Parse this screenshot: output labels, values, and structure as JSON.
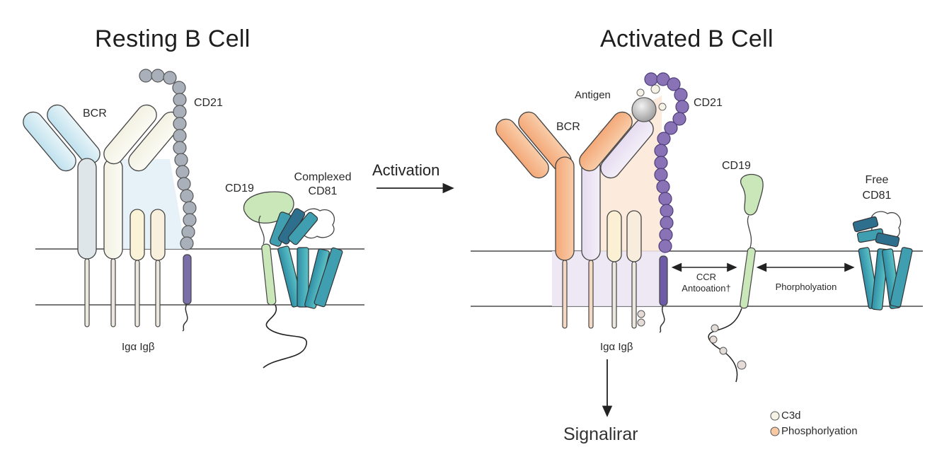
{
  "left_panel": {
    "title": "Resting B Cell",
    "bcr_label": "BCR",
    "cd21_label": "CD21",
    "cd19_label": "CD19",
    "cd81_label_line1": "Complexed",
    "cd81_label_line2": "CD81",
    "ig_label": "Igα Igβ"
  },
  "transition": {
    "label": "Activation"
  },
  "right_panel": {
    "title": "Activated B Cell",
    "antigen_label": "Antigen",
    "bcr_label": "BCR",
    "cd21_label": "CD21",
    "cd19_label": "CD19",
    "cd81_label_line1": "Free",
    "cd81_label_line2": "CD81",
    "ig_label": "Igα Igβ",
    "ccr_label_line1": "CCR",
    "ccr_label_line2": "Antooation†",
    "phospho_arrow_label": "Phorpholyation",
    "signal_label": "Signalirar"
  },
  "legend": {
    "items": [
      {
        "label": "C3d",
        "color": "#f6f3e6"
      },
      {
        "label": "Phosphorlyation",
        "color": "#f7c9a5"
      }
    ]
  },
  "colors": {
    "membrane": "#4a4a4a",
    "resting_bcr": "#cfe6ee",
    "resting_cd21": "#a9b0ba",
    "activated_cd21": "#8a72b6",
    "activated_bcr": "#f5b487",
    "cd19": "#c9e7b9",
    "cd81": "#3f9fb0",
    "cd81_dark": "#2f6f8e"
  }
}
